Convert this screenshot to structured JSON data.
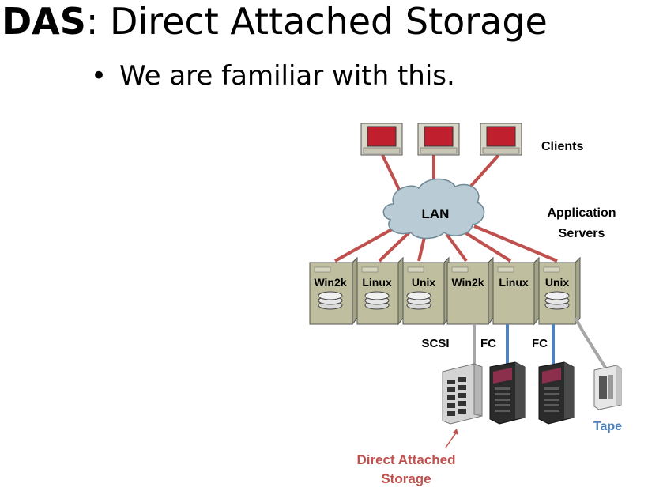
{
  "title": {
    "bold": "DAS",
    "rest": ": Direct Attached Storage"
  },
  "bullet": {
    "marker": "•",
    "text": "We are familiar with this."
  },
  "diagram": {
    "clients_label": "Clients",
    "lan_label": "LAN",
    "app_servers_label": [
      "Application",
      "Servers"
    ],
    "servers": [
      "Win2k",
      "Linux",
      "Unix",
      "Win2k",
      "Linux",
      "Unix"
    ],
    "link_labels": [
      "SCSI",
      "FC",
      "FC"
    ],
    "tape_label": "Tape",
    "das_label": [
      "Direct Attached",
      "Storage"
    ],
    "colors": {
      "network": "#c0504d",
      "scsi": "#a6a6a6",
      "fc": "#4f81bd",
      "das_text": "#c0504d",
      "tape_text": "#4f81bd",
      "server_body": "#bfbf9f",
      "monitor_screen": "#c0202e"
    }
  }
}
